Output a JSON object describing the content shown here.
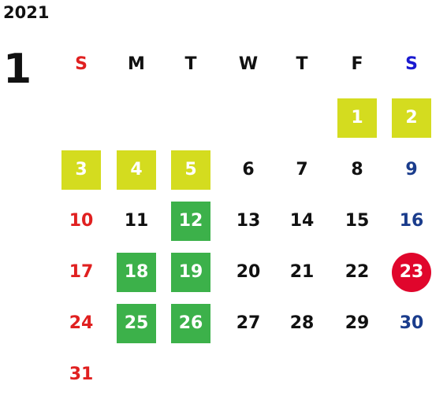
{
  "calendar": {
    "year": "2021",
    "month": "1",
    "weekdays": [
      {
        "label": "S",
        "color": "#e02020"
      },
      {
        "label": "M",
        "color": "#111111"
      },
      {
        "label": "T",
        "color": "#111111"
      },
      {
        "label": "W",
        "color": "#111111"
      },
      {
        "label": "T",
        "color": "#111111"
      },
      {
        "label": "F",
        "color": "#111111"
      },
      {
        "label": "S",
        "color": "#1a1ad0"
      }
    ],
    "first_weekday": 5,
    "days": [
      {
        "day": "1",
        "style": "holiday"
      },
      {
        "day": "2",
        "style": "holiday"
      },
      {
        "day": "3",
        "style": "holiday"
      },
      {
        "day": "4",
        "style": "holiday"
      },
      {
        "day": "5",
        "style": "holiday"
      },
      {
        "day": "6",
        "style": "normal"
      },
      {
        "day": "7",
        "style": "normal"
      },
      {
        "day": "8",
        "style": "normal"
      },
      {
        "day": "9",
        "style": "normal"
      },
      {
        "day": "10",
        "style": "normal"
      },
      {
        "day": "11",
        "style": "normal"
      },
      {
        "day": "12",
        "style": "event"
      },
      {
        "day": "13",
        "style": "normal"
      },
      {
        "day": "14",
        "style": "normal"
      },
      {
        "day": "15",
        "style": "normal"
      },
      {
        "day": "16",
        "style": "normal"
      },
      {
        "day": "17",
        "style": "normal"
      },
      {
        "day": "18",
        "style": "event"
      },
      {
        "day": "19",
        "style": "event"
      },
      {
        "day": "20",
        "style": "normal"
      },
      {
        "day": "21",
        "style": "normal"
      },
      {
        "day": "22",
        "style": "normal"
      },
      {
        "day": "23",
        "style": "today"
      },
      {
        "day": "24",
        "style": "normal"
      },
      {
        "day": "25",
        "style": "event"
      },
      {
        "day": "26",
        "style": "event"
      },
      {
        "day": "27",
        "style": "normal"
      },
      {
        "day": "28",
        "style": "normal"
      },
      {
        "day": "29",
        "style": "normal"
      },
      {
        "day": "30",
        "style": "normal"
      },
      {
        "day": "31",
        "style": "normal"
      }
    ],
    "colors": {
      "holiday_fill": "#d4dc1f",
      "event_fill": "#3cb14a",
      "today_fill": "#e0062c",
      "sunday_text": "#e02020",
      "saturday_text": "#1a3c8c",
      "weekday_text": "#111111"
    }
  }
}
